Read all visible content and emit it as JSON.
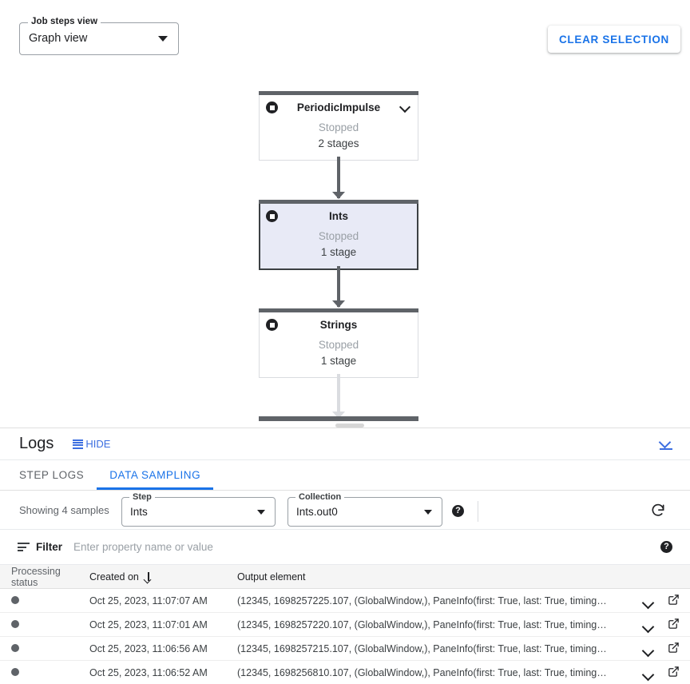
{
  "graph": {
    "job_steps_view": {
      "label": "Job steps view",
      "value": "Graph view",
      "icon": "chevron-down-icon"
    },
    "clear_selection_label": "CLEAR SELECTION",
    "nodes": [
      {
        "name": "PeriodicImpulse",
        "status": "Stopped",
        "stages": "2 stages",
        "selected": false,
        "has_chevron": true
      },
      {
        "name": "Ints",
        "status": "Stopped",
        "stages": "1 stage",
        "selected": true,
        "has_chevron": false
      },
      {
        "name": "Strings",
        "status": "Stopped",
        "stages": "1 stage",
        "selected": false,
        "has_chevron": false
      }
    ],
    "colors": {
      "accent": "#1a73e8",
      "node_bar": "#5f6368",
      "selected_fill": "#e8eaf6",
      "edge_light": "#dadce0"
    }
  },
  "logs": {
    "title": "Logs",
    "hide_label": "HIDE",
    "tabs": [
      {
        "label": "STEP LOGS",
        "active": false
      },
      {
        "label": "DATA SAMPLING",
        "active": true
      }
    ],
    "sampling": {
      "showing_text": "Showing 4 samples",
      "step": {
        "label": "Step",
        "value": "Ints"
      },
      "collection": {
        "label": "Collection",
        "value": "Ints.out0"
      },
      "help_glyph": "?",
      "refresh_icon": "refresh-icon"
    },
    "filter": {
      "label": "Filter",
      "placeholder": "Enter property name or value",
      "value": "",
      "help_glyph": "?"
    },
    "table": {
      "headers": {
        "status": "Processing status",
        "created": "Created on",
        "output": "Output element"
      },
      "sort": {
        "column": "Created on",
        "direction": "desc"
      },
      "rows": [
        {
          "status": "",
          "created": "Oct 25, 2023, 11:07:07 AM",
          "output": "(12345, 1698257225.107, (GlobalWindow,), PaneInfo(first: True, last: True, timing…"
        },
        {
          "status": "",
          "created": "Oct 25, 2023, 11:07:01 AM",
          "output": "(12345, 1698257220.107, (GlobalWindow,), PaneInfo(first: True, last: True, timing…"
        },
        {
          "status": "",
          "created": "Oct 25, 2023, 11:06:56 AM",
          "output": "(12345, 1698257215.107, (GlobalWindow,), PaneInfo(first: True, last: True, timing…"
        },
        {
          "status": "",
          "created": "Oct 25, 2023, 11:06:52 AM",
          "output": "(12345, 1698256810.107, (GlobalWindow,), PaneInfo(first: True, last: True, timing…"
        }
      ]
    }
  }
}
